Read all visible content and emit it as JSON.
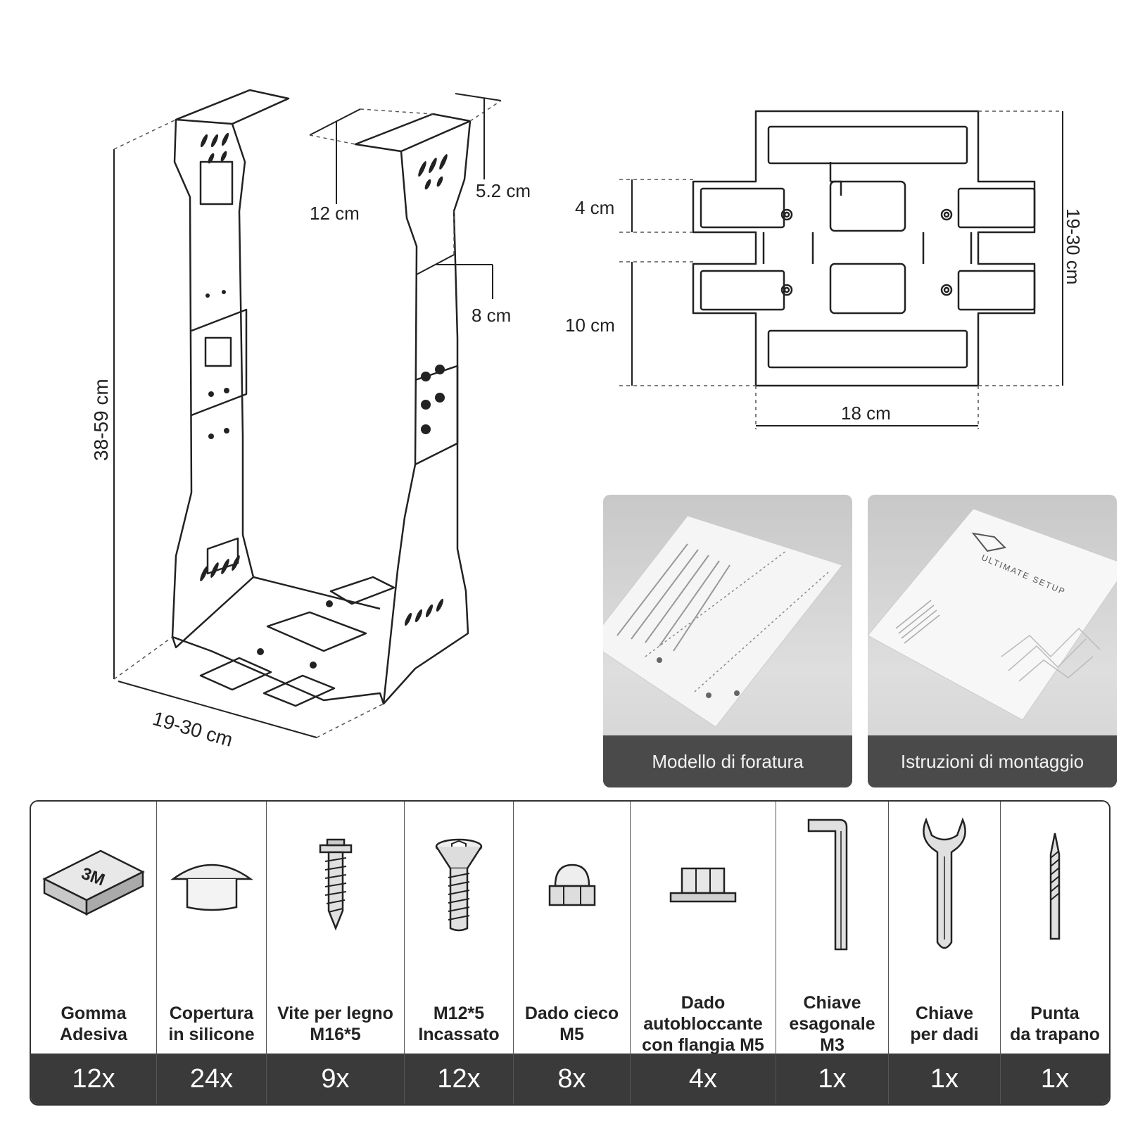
{
  "dimensions": {
    "height": "38-59 cm",
    "base_width": "19-30 cm",
    "top_width": "12 cm",
    "flange": "5.2 cm",
    "side": "8 cm",
    "plate_gap": "4 cm",
    "plate_span": "10 cm",
    "plate_width": "18 cm",
    "plate_height": "19-30 cm"
  },
  "cards": [
    {
      "label": "Modello di foratura"
    },
    {
      "label": "Istruzioni di montaggio"
    }
  ],
  "booklet_brand": "ULTIMATE SETUP",
  "parts": [
    {
      "name_lines": [
        "Gomma",
        "Adesiva"
      ],
      "qty": "12x",
      "icon": "adhesive-pad-icon",
      "icon_text": "3M"
    },
    {
      "name_lines": [
        "Copertura",
        "in silicone"
      ],
      "qty": "24x",
      "icon": "silicone-cap-icon"
    },
    {
      "name_lines": [
        "Vite per legno",
        "M16*5"
      ],
      "qty": "9x",
      "icon": "wood-screw-icon"
    },
    {
      "name_lines": [
        "M12*5",
        "Incassato"
      ],
      "qty": "12x",
      "icon": "countersunk-screw-icon"
    },
    {
      "name_lines": [
        "Dado cieco",
        "M5"
      ],
      "qty": "8x",
      "icon": "cap-nut-icon"
    },
    {
      "name_lines": [
        "Dado",
        "autobloccante",
        "con flangia M5"
      ],
      "qty": "4x",
      "icon": "flange-nut-icon"
    },
    {
      "name_lines": [
        "Chiave",
        "esagonale",
        "M3"
      ],
      "qty": "1x",
      "icon": "hex-key-icon"
    },
    {
      "name_lines": [
        "Chiave",
        "per dadi"
      ],
      "qty": "1x",
      "icon": "wrench-icon"
    },
    {
      "name_lines": [
        "Punta",
        "da trapano"
      ],
      "qty": "1x",
      "icon": "drill-bit-icon"
    }
  ]
}
